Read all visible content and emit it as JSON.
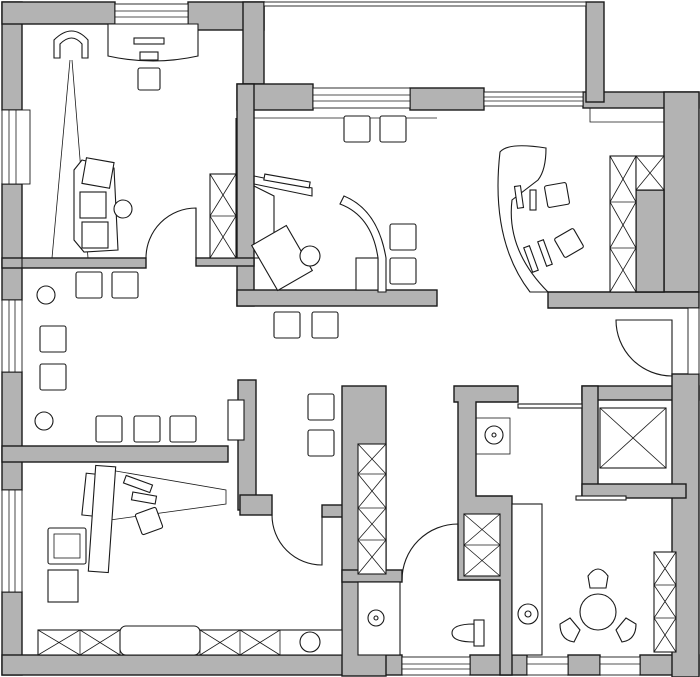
{
  "plan": {
    "rooms": [
      {
        "id": "office-northwest"
      },
      {
        "id": "meeting-room-north"
      },
      {
        "id": "office-northeast"
      },
      {
        "id": "lounge-west"
      },
      {
        "id": "office-southwest"
      },
      {
        "id": "storage-corridor"
      },
      {
        "id": "bathroom-south"
      },
      {
        "id": "kitchen-southeast"
      },
      {
        "id": "elevator"
      }
    ],
    "icons": {
      "chair": "chair-icon",
      "desk": "desk-icon",
      "door": "door-swing-icon",
      "window": "window-icon",
      "cabinet": "cabinet-icon",
      "elevator": "elevator-icon",
      "toilet": "toilet-icon",
      "sink": "sink-icon",
      "plant": "plant-icon",
      "sofa": "sofa-icon"
    },
    "colors": {
      "wall": "#b3b3b3",
      "line": "#1a1a1a",
      "background": "#ffffff"
    }
  }
}
